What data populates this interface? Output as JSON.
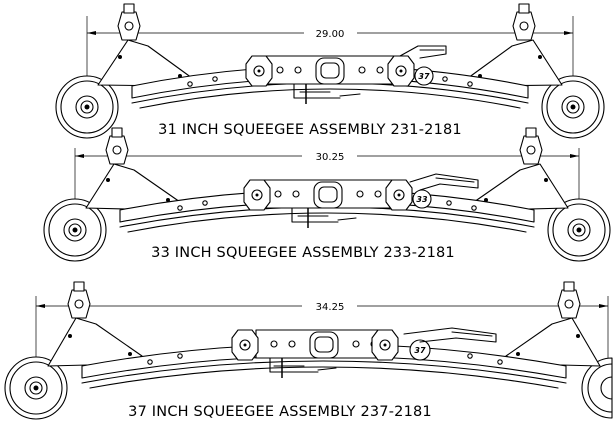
{
  "assemblies": [
    {
      "dimension": "29.00",
      "label": "31 INCH SQUEEGEE ASSEMBLY 231-2181",
      "part_mark": "37"
    },
    {
      "dimension": "30.25",
      "label": "33 INCH SQUEEGEE ASSEMBLY 233-2181",
      "part_mark": "33"
    },
    {
      "dimension": "34.25",
      "label": "37 INCH SQUEEGEE ASSEMBLY 237-2181",
      "part_mark": "37"
    }
  ]
}
